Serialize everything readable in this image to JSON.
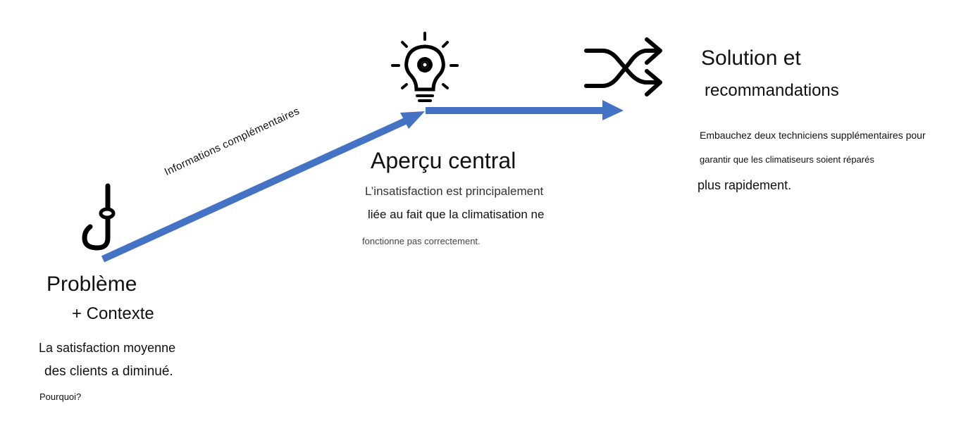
{
  "colors": {
    "arrow": "#4472C4",
    "text": "#111111"
  },
  "icons": [
    "hook-icon",
    "lightbulb-gear-icon",
    "shuffle-icon"
  ],
  "problem": {
    "title": "Problème",
    "subtitle": "+ Contexte",
    "line1": "La satisfaction moyenne",
    "line2": "des clients a diminué.",
    "question": "Pourquoi?"
  },
  "connector": {
    "label": "Informations complémentaires"
  },
  "insight": {
    "title": "Aperçu central",
    "line1": "L’insatisfaction est principalement",
    "line2": "liée au fait que la climatisation ne",
    "line3": "fonctionne pas correctement."
  },
  "solution": {
    "title1": "Solution et",
    "title2": "recommandations",
    "line1": "Embauchez deux techniciens supplémentaires pour",
    "line2": "garantir que les climatiseurs soient réparés",
    "line3": "plus rapidement."
  }
}
